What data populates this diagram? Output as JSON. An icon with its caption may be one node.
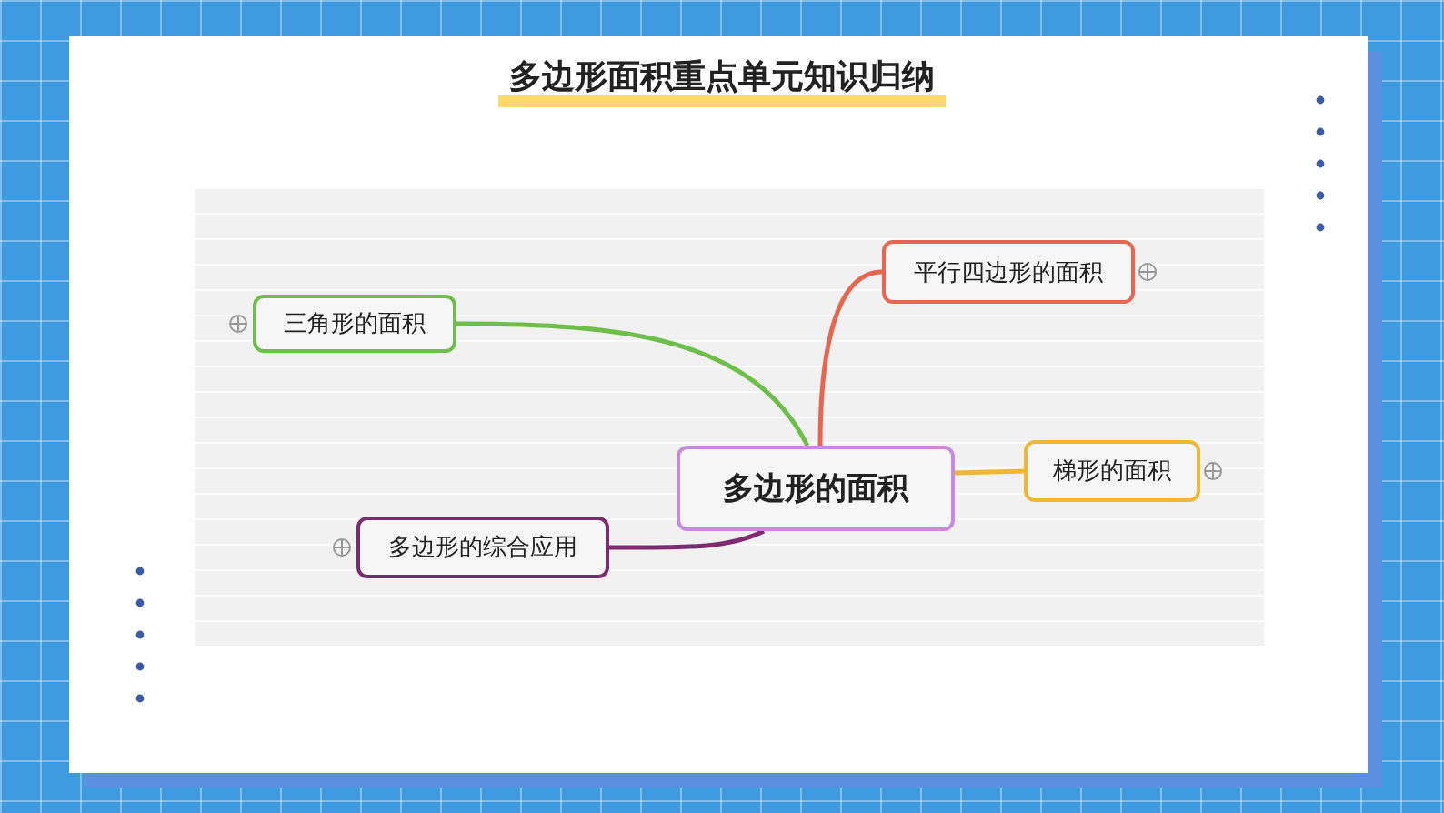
{
  "diagram": {
    "title": "多边形面积重点单元知识归纳",
    "nodes": [
      {
        "text": [
          "多边形的面积"
        ]
      },
      {
        "text": [
          "三角形的面积"
        ]
      },
      {
        "text": [
          "平行四边形的面积"
        ]
      },
      {
        "text": [
          "梯形的面积"
        ]
      },
      {
        "text": [
          "多边形的综合应用"
        ]
      }
    ],
    "edges": [
      {
        "from": 0,
        "to": 1,
        "arrow": "none",
        "color": "#6cc04a"
      },
      {
        "from": 0,
        "to": 2,
        "arrow": "none",
        "color": "#e8664f"
      },
      {
        "from": 0,
        "to": 3,
        "arrow": "none",
        "color": "#f2b632"
      },
      {
        "from": 0,
        "to": 4,
        "arrow": "none",
        "color": "#7e2a6e"
      }
    ]
  }
}
